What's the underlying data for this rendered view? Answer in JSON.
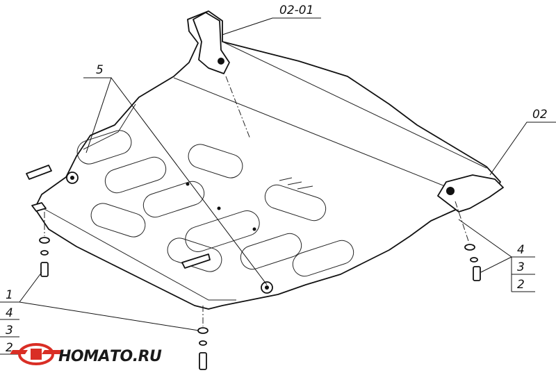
{
  "callouts": {
    "bracket_top": "02-01",
    "bracket_right": "02",
    "slot": "5",
    "left_stack": [
      "1",
      "4",
      "3",
      "2"
    ],
    "right_stack": [
      "4",
      "3",
      "2"
    ]
  },
  "logo": {
    "text": "НОМАТО.RU",
    "brand_color": "#d92e25"
  }
}
